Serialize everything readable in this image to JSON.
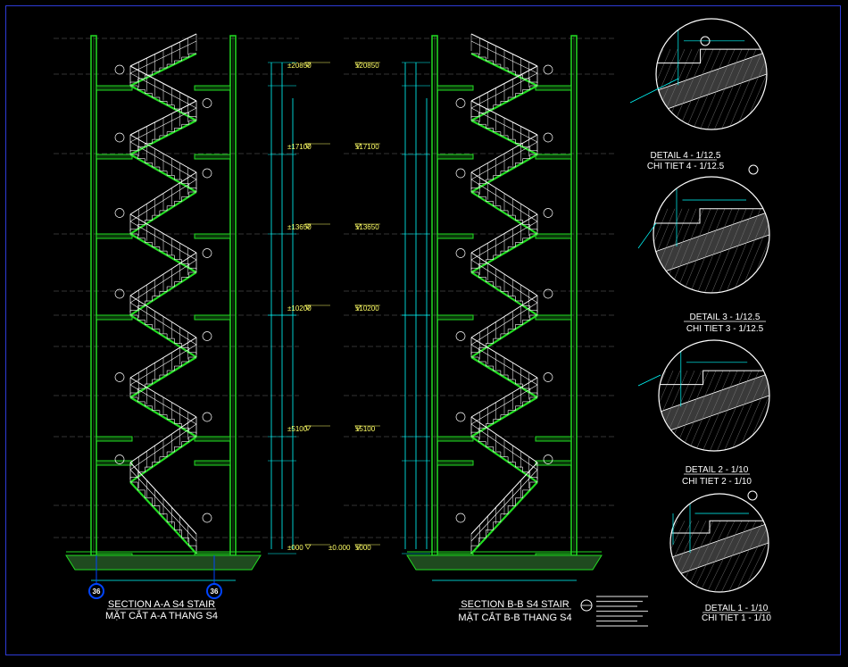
{
  "levels": {
    "l1": "±20850",
    "l2": "±17100",
    "l3": "±13650",
    "l4": "±10200",
    "l5": "±5100",
    "l6": "±000",
    "zero": "±0.000"
  },
  "section_a": {
    "title_en": "SECTION A-A S4 STAIR",
    "title_vn": "MẶT CẮT A-A THANG S4",
    "grid_left": "36",
    "grid_right": "36"
  },
  "section_b": {
    "title_en": "SECTION B-B S4 STAIR",
    "title_vn": "MẶT CẮT B-B THANG S4"
  },
  "details": [
    {
      "en": "DETAIL 4 - 1/12.5",
      "vn": "CHI TIET 4 - 1/12.5"
    },
    {
      "en": "DETAIL 3 - 1/12.5",
      "vn": "CHI TIET 3 - 1/12.5"
    },
    {
      "en": "DETAIL 2 - 1/10",
      "vn": "CHI TIET 2 - 1/10"
    },
    {
      "en": "DETAIL 1 - 1/10",
      "vn": "CHI TIET 1 - 1/10"
    }
  ],
  "colors": {
    "wall": "#22dd22",
    "dimension": "#00ffff",
    "railing": "#ffffff",
    "level": "#ffff66",
    "grid": "#0044ff",
    "frame": "#2d3bd6"
  }
}
